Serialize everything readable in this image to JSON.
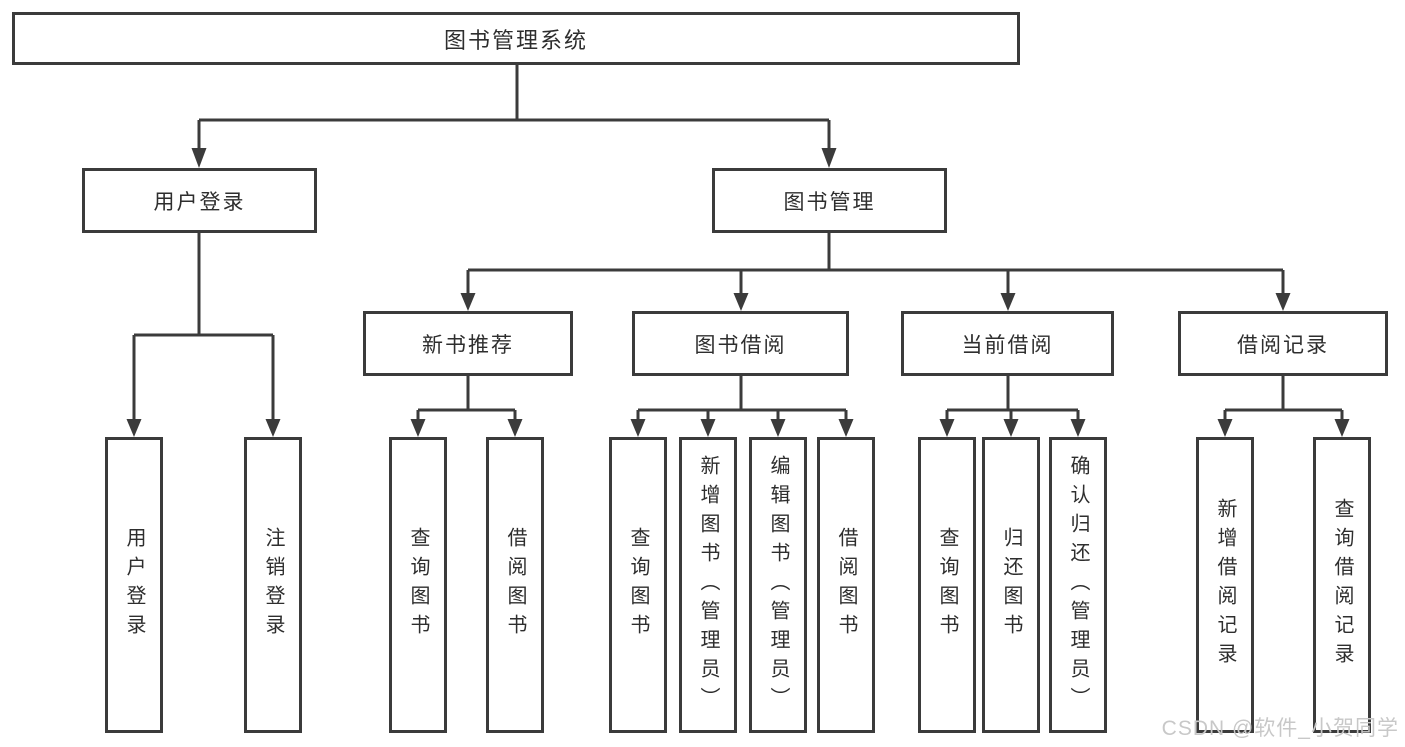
{
  "diagram": {
    "root": {
      "label": "图书管理系统"
    },
    "level1": [
      {
        "label": "用户登录"
      },
      {
        "label": "图书管理"
      }
    ],
    "level2": [
      {
        "label": "新书推荐"
      },
      {
        "label": "图书借阅"
      },
      {
        "label": "当前借阅"
      },
      {
        "label": "借阅记录"
      }
    ],
    "leaves": [
      {
        "label": "用户登录"
      },
      {
        "label": "注销登录"
      },
      {
        "label": "查询图书"
      },
      {
        "label": "借阅图书"
      },
      {
        "label": "查询图书"
      },
      {
        "label": "新增图书（管理员）"
      },
      {
        "label": "编辑图书（管理员）"
      },
      {
        "label": "借阅图书"
      },
      {
        "label": "查询图书"
      },
      {
        "label": "归还图书"
      },
      {
        "label": "确认归还（管理员）"
      },
      {
        "label": "新增借阅记录"
      },
      {
        "label": "查询借阅记录"
      }
    ]
  },
  "watermark": {
    "text": "CSDN @软件_小贺同学"
  },
  "colors": {
    "line": "#3b3b3b",
    "text": "#2e2e2e",
    "watermark": "#c8c8c8",
    "background": "#ffffff"
  }
}
